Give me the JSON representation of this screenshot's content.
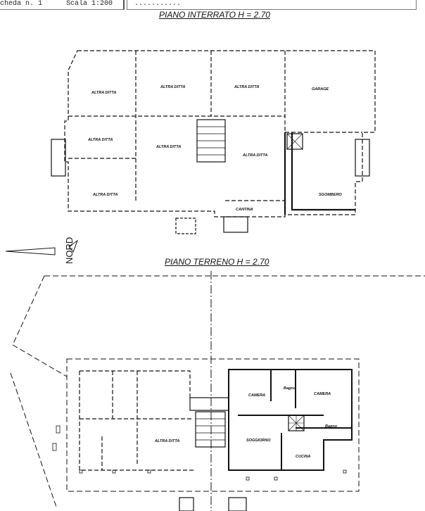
{
  "header": {
    "sheet": "cheda n. 1",
    "scale": "Scala 1:200",
    "field": "..........."
  },
  "plans": {
    "basement": {
      "title": "PIANO INTERRATO H = 2.70",
      "rooms": [
        "ALTRA DITTA",
        "ALTRA DITTA",
        "ALTRA DITTA",
        "GARAGE",
        "ALTRA DITTA",
        "ALTRA DITTA",
        "ALTRA DITTA",
        "ALTRA DITTA",
        "CANTINA",
        "SGOMBERO"
      ]
    },
    "ground": {
      "title": "PIANO TERRENO H = 2.70",
      "rooms": [
        "ALTRA DITTA",
        "CAMERA",
        "Bagno",
        "CAMERA",
        "Bagno",
        "SOGGIORNO",
        "CUCINA"
      ]
    }
  },
  "north_label": "NORD"
}
